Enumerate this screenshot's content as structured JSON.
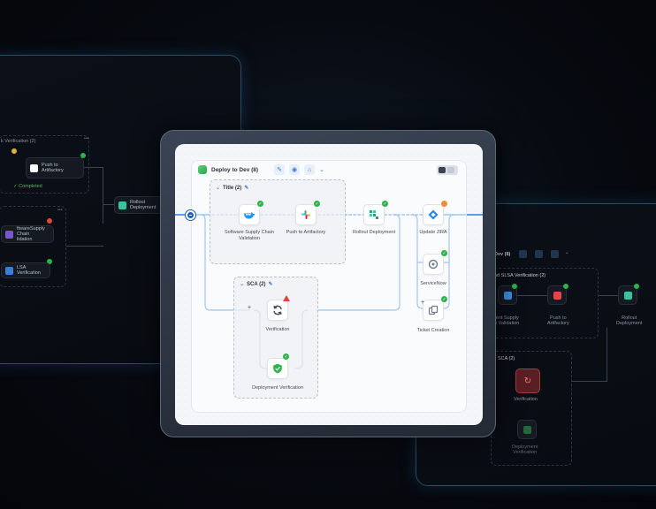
{
  "left_panel": {
    "group1_title": "k Verification (2)",
    "push_node": "Push to Artifactory",
    "completed_badge": "✓ Completed",
    "rollout_node": "Rollout Deployment",
    "software_node_l1": "ftwareSupply Chain",
    "software_node_l2": "lidation",
    "slsa_node": "LSA Verification"
  },
  "main": {
    "stage_title": "Deploy to Dev (8)",
    "group_title": "Title (2)",
    "sca_title": "SCA (2)",
    "nodes": {
      "software": "Software Supply Chain Validation",
      "push": "Push to Artifactory",
      "rollout": "Rollout Deployment",
      "jira": "Update JIRA",
      "servicenow": "ServiceNow",
      "ticket": "Ticket Creation",
      "verification": "Verification",
      "deploy_verification": "Deployment Verification"
    }
  },
  "right_panel": {
    "stage_title": "Dev (8)",
    "group_title": "nd SLSA Verification (2)",
    "software_l1": "ient Supply",
    "software_l2": "n Validation",
    "push_l1": "Push to",
    "push_l2": "Artifactory",
    "rollout_l1": "Rollout",
    "rollout_l2": "Deployment",
    "sca_title": "SCA (2)",
    "verification": "Verification",
    "deploy_verification_l1": "Deployment",
    "deploy_verification_l2": "Verification"
  },
  "colors": {
    "accent_blue": "#2f7fd9",
    "success_green": "#2fb24b",
    "warning_red": "#e04444",
    "pending_orange": "#f28b3b"
  }
}
